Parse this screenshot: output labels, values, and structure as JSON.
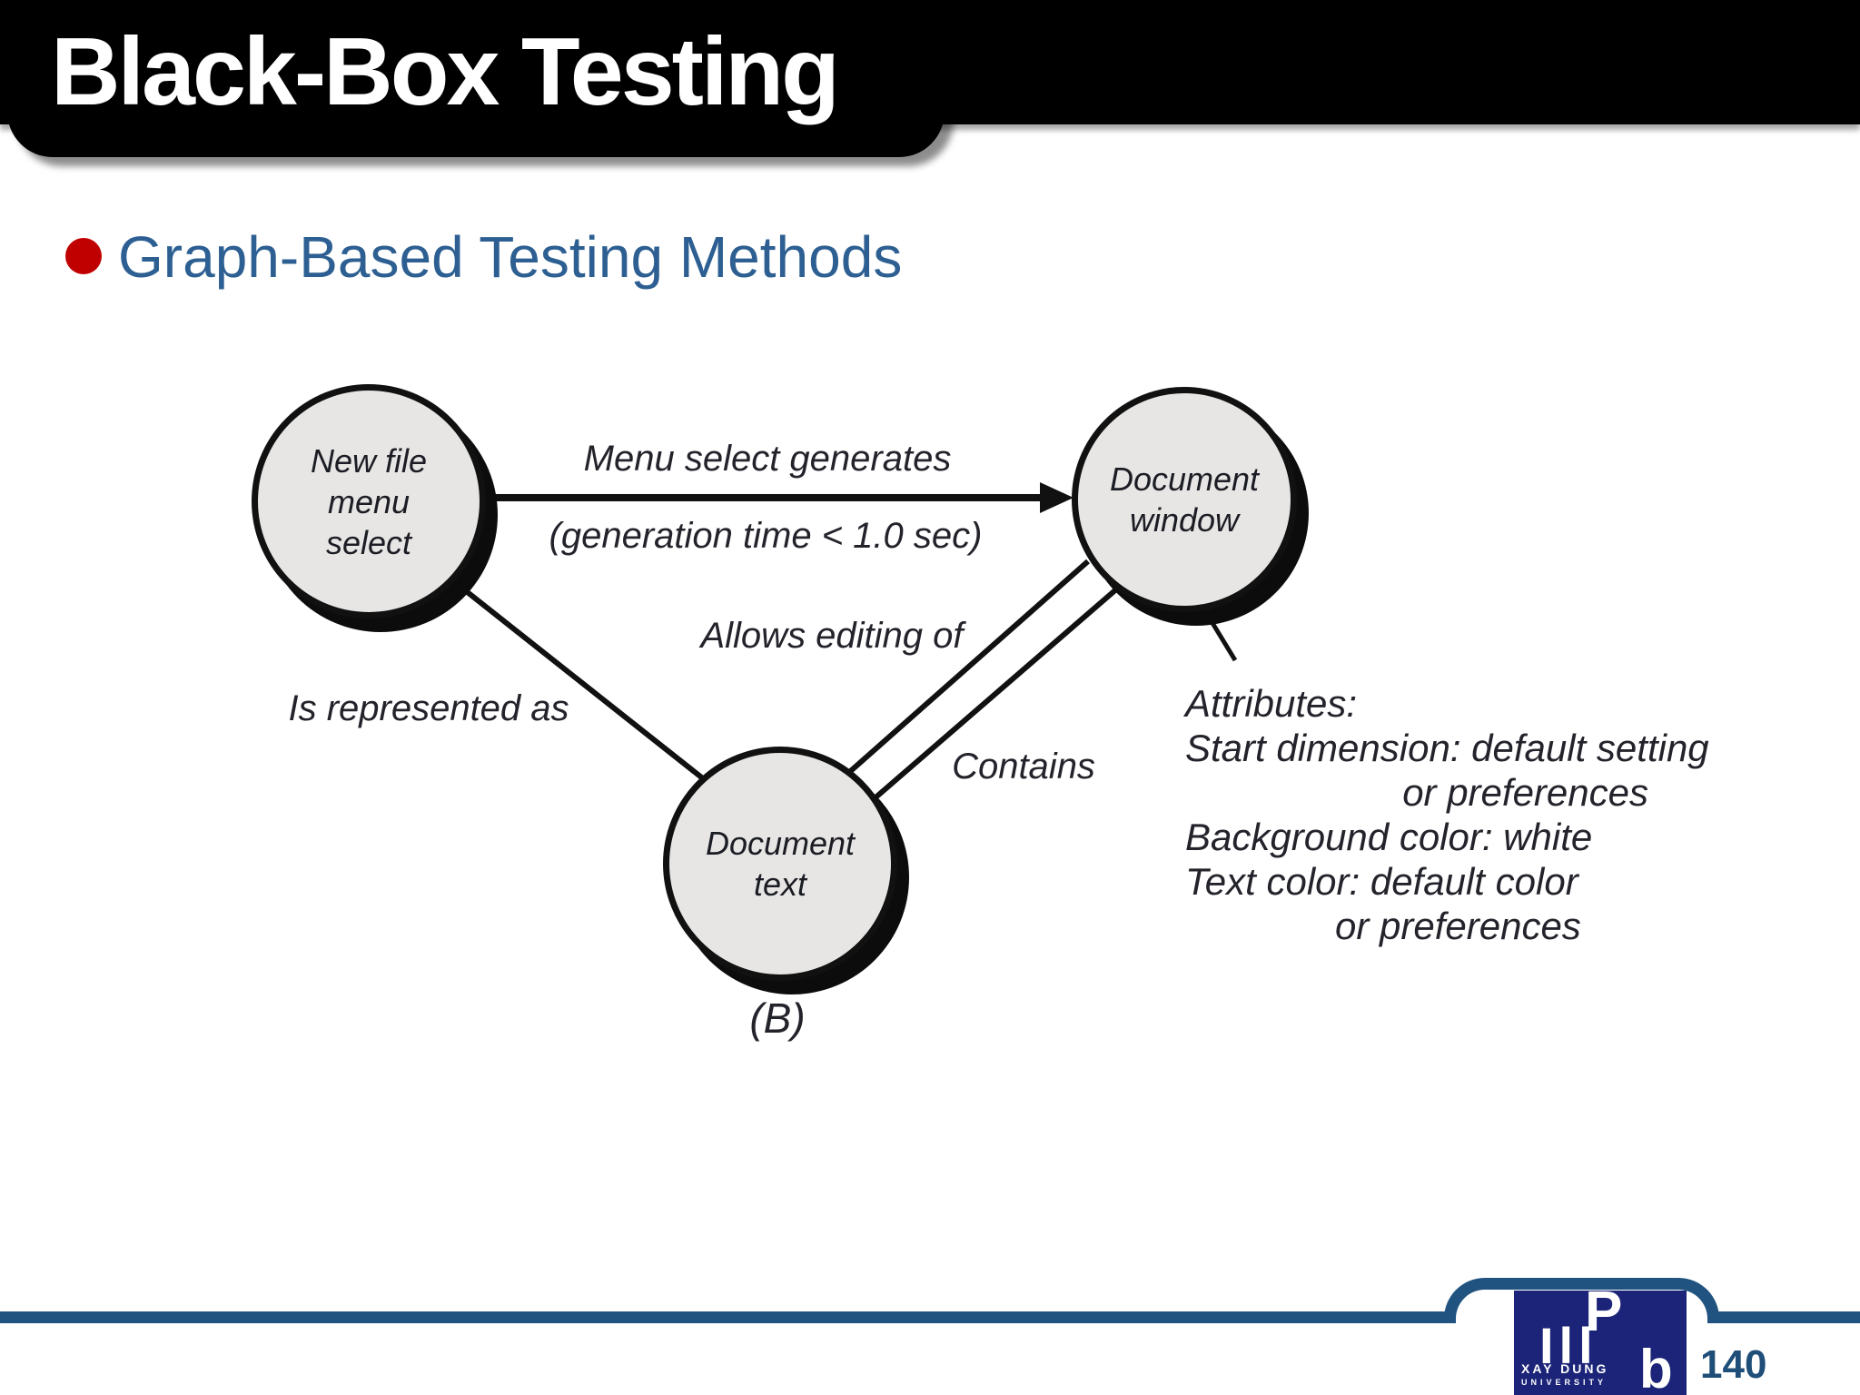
{
  "header": {
    "title": "Black-Box Testing"
  },
  "bullet": {
    "label": "Graph-Based Testing Methods"
  },
  "diagram": {
    "nodes": [
      {
        "id": "new-file-menu-select",
        "label": "New file\nmenu\nselect"
      },
      {
        "id": "document-window",
        "label": "Document\nwindow"
      },
      {
        "id": "document-text",
        "label": "Document\ntext"
      }
    ],
    "edges": [
      {
        "from": "new-file-menu-select",
        "to": "document-window",
        "label": "Menu select generates",
        "sublabel": "(generation time < 1.0 sec)",
        "style": "arrow"
      },
      {
        "from": "new-file-menu-select",
        "to": "document-text",
        "label": "Is represented as",
        "style": "line"
      },
      {
        "from": "document-window",
        "to": "document-text",
        "label": "Allows editing of",
        "style": "double-line"
      },
      {
        "from": "document-text",
        "to": "document-window",
        "label": "Contains",
        "style": "double-line"
      }
    ],
    "attributes": {
      "lines": [
        "Attributes:",
        "Start dimension: default setting",
        "or preferences",
        "Background color: white",
        "Text color: default color",
        "or preferences"
      ]
    },
    "caption": "(B)"
  },
  "footer": {
    "page_number": "140",
    "logo": {
      "letter_top": "P",
      "letter_mid": "Ill",
      "letter_bottom": "b",
      "line1": "XAY DUNG",
      "line2": "UNIVERSITY"
    }
  },
  "colors": {
    "title_bar_bg": "#000000",
    "title_text": "#ffffff",
    "heading_text": "#2d5f92",
    "bullet_dot": "#c00000",
    "node_fill": "#e7e6e4",
    "node_stroke": "#111111",
    "footer_line": "#215380",
    "logo_bg": "#1b2478",
    "page_number_color": "#1f4e79"
  }
}
